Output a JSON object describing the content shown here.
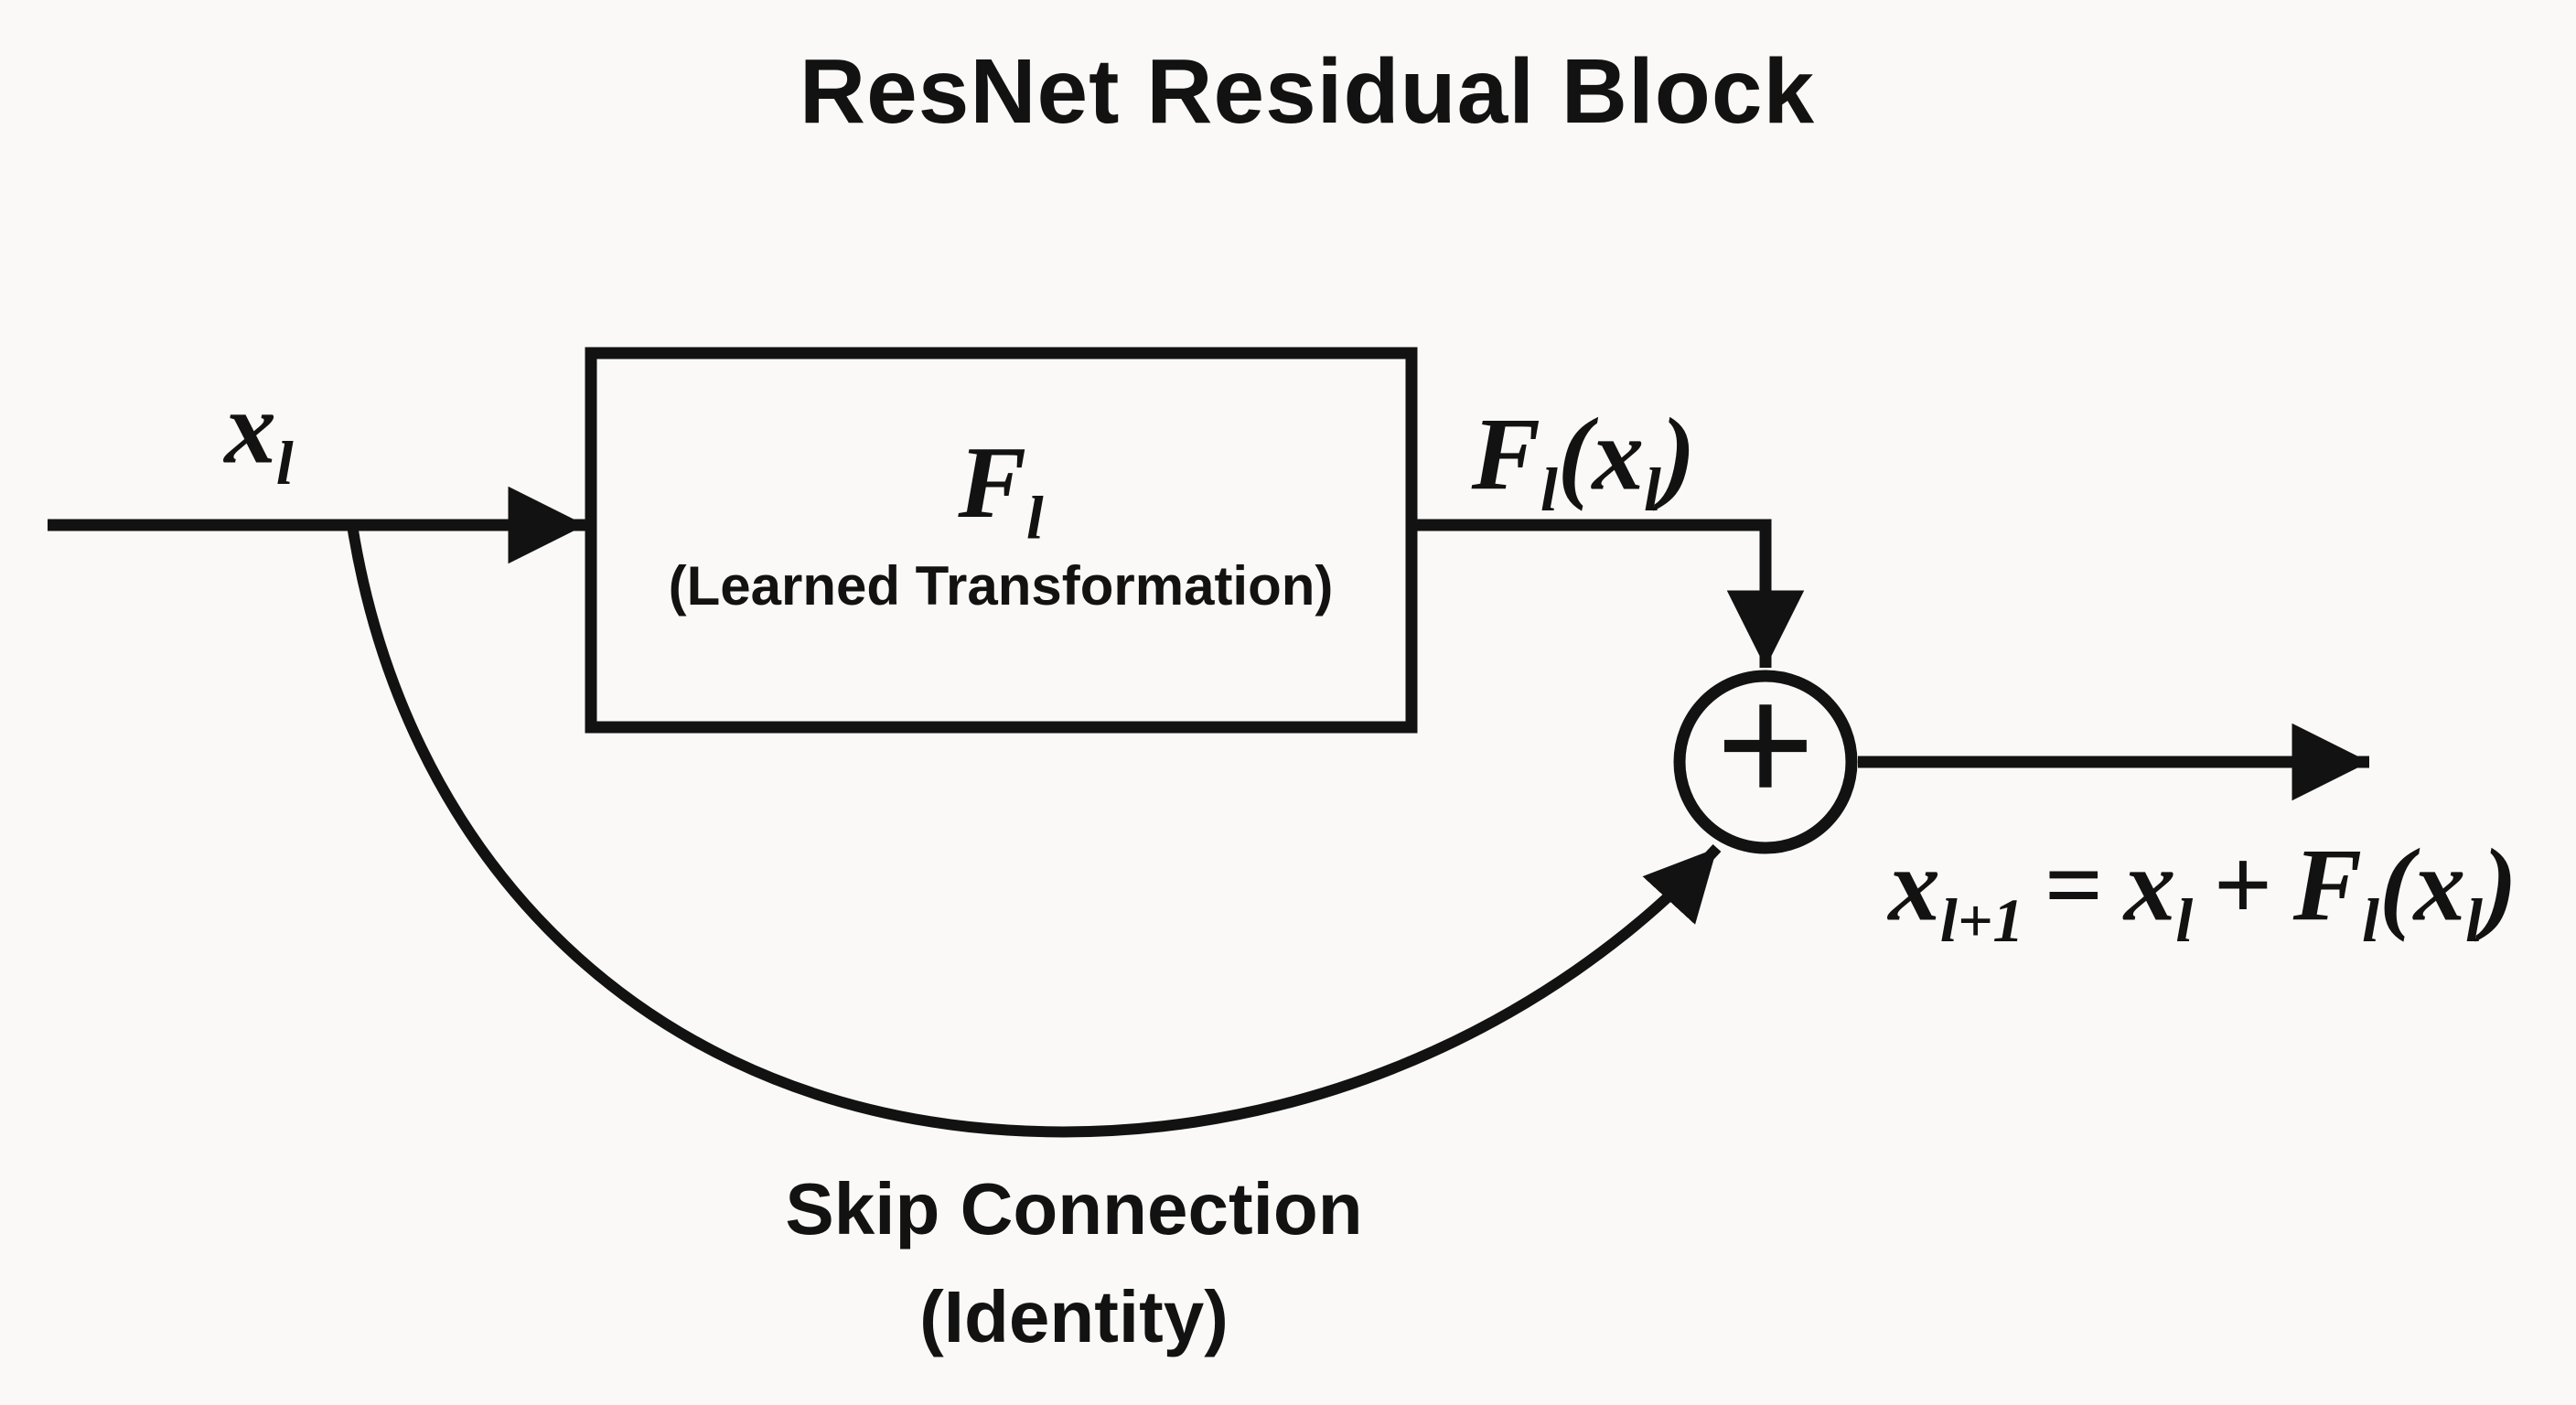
{
  "title": "ResNet Residual Block",
  "colors": {
    "background": "#faf9f7",
    "ink": "#121212"
  },
  "input": {
    "base": "x",
    "sub": "l"
  },
  "block": {
    "name_base": "F",
    "name_sub": "l",
    "description": "(Learned Transformation)"
  },
  "block_output": {
    "func": "F",
    "func_sub": "l",
    "open_paren": "(",
    "arg": "x",
    "arg_sub": "l",
    "close_paren": ")"
  },
  "sum_node": {
    "symbol": "+"
  },
  "output_equation": {
    "lhs": "x",
    "lhs_sub": "l+1",
    "equals": "=",
    "term1": "x",
    "term1_sub": "l",
    "plus": "+",
    "term2_func": "F",
    "term2_func_sub": "l",
    "term2_open": "(",
    "term2_arg": "x",
    "term2_arg_sub": "l",
    "term2_close": ")"
  },
  "skip": {
    "line1": "Skip Connection",
    "line2": "(Identity)"
  }
}
